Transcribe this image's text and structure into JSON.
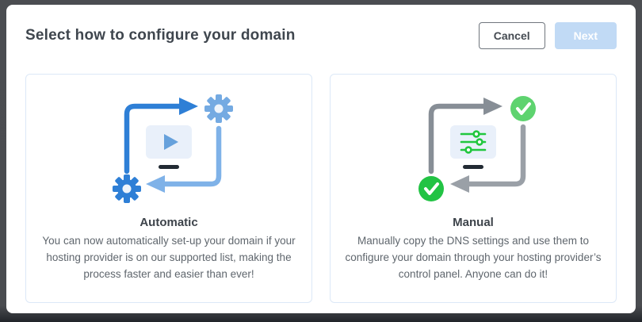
{
  "dialog": {
    "title": "Select how to configure your domain",
    "buttons": {
      "cancel": "Cancel",
      "next": "Next",
      "next_state": "disabled"
    },
    "options": [
      {
        "id": "automatic",
        "title": "Automatic",
        "description": "You can now automatically set-up your domain if your hosting provider is on our supported list, making the process faster and easier than ever!",
        "illustration_icons": [
          "gear-icon",
          "cycle-arrows-icon",
          "play-media-icon"
        ]
      },
      {
        "id": "manual",
        "title": "Manual",
        "description": "Manually copy the DNS settings and use them to configure your domain through your hosting provider’s control panel. Anyone can do it!",
        "illustration_icons": [
          "check-circle-icon",
          "cycle-arrows-icon",
          "sliders-icon"
        ]
      }
    ]
  },
  "colors": {
    "frame_dark": "#4b4d51",
    "dialog_bg": "#ffffff",
    "title_text": "#3f464e",
    "card_border": "#dce8f7",
    "next_button_bg": "#c1daf5",
    "cancel_border": "#70767d",
    "arrow_blue_dark": "#2e7fd6",
    "arrow_blue_light": "#7fb2e8",
    "arrow_gray_dark": "#878e96",
    "arrow_gray_light": "#9aa0a7",
    "green_light": "#5ed36f",
    "green_dark": "#22c344",
    "media_box_bg": "#e9f0fa",
    "slider_green": "#21c73e",
    "stand_dark": "#222a33",
    "desc_text": "#5f666d"
  }
}
